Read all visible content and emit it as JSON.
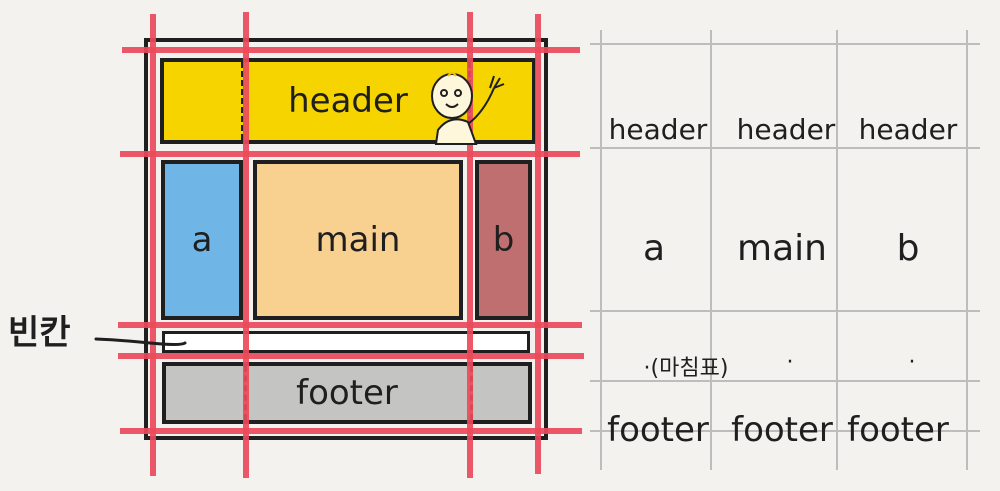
{
  "left_diagram": {
    "areas": {
      "header": {
        "label": "header",
        "color": "#f5d400"
      },
      "a": {
        "label": "a",
        "color": "#6fb6e6"
      },
      "main": {
        "label": "main",
        "color": "#f8d090"
      },
      "b": {
        "label": "b",
        "color": "#bf6f70"
      },
      "blank": {
        "label": "",
        "color": "#ffffff"
      },
      "footer": {
        "label": "footer",
        "color": "#c4c4c2"
      }
    },
    "blank_callout": "빈칸",
    "gridline_color": "#ea4a5a"
  },
  "right_grid": {
    "rows": [
      [
        "header",
        "header",
        "header"
      ],
      [
        "a",
        "main",
        "b"
      ],
      [
        "·(마침표)",
        "·",
        "·"
      ],
      [
        "footer",
        "footer",
        "footer"
      ]
    ]
  }
}
